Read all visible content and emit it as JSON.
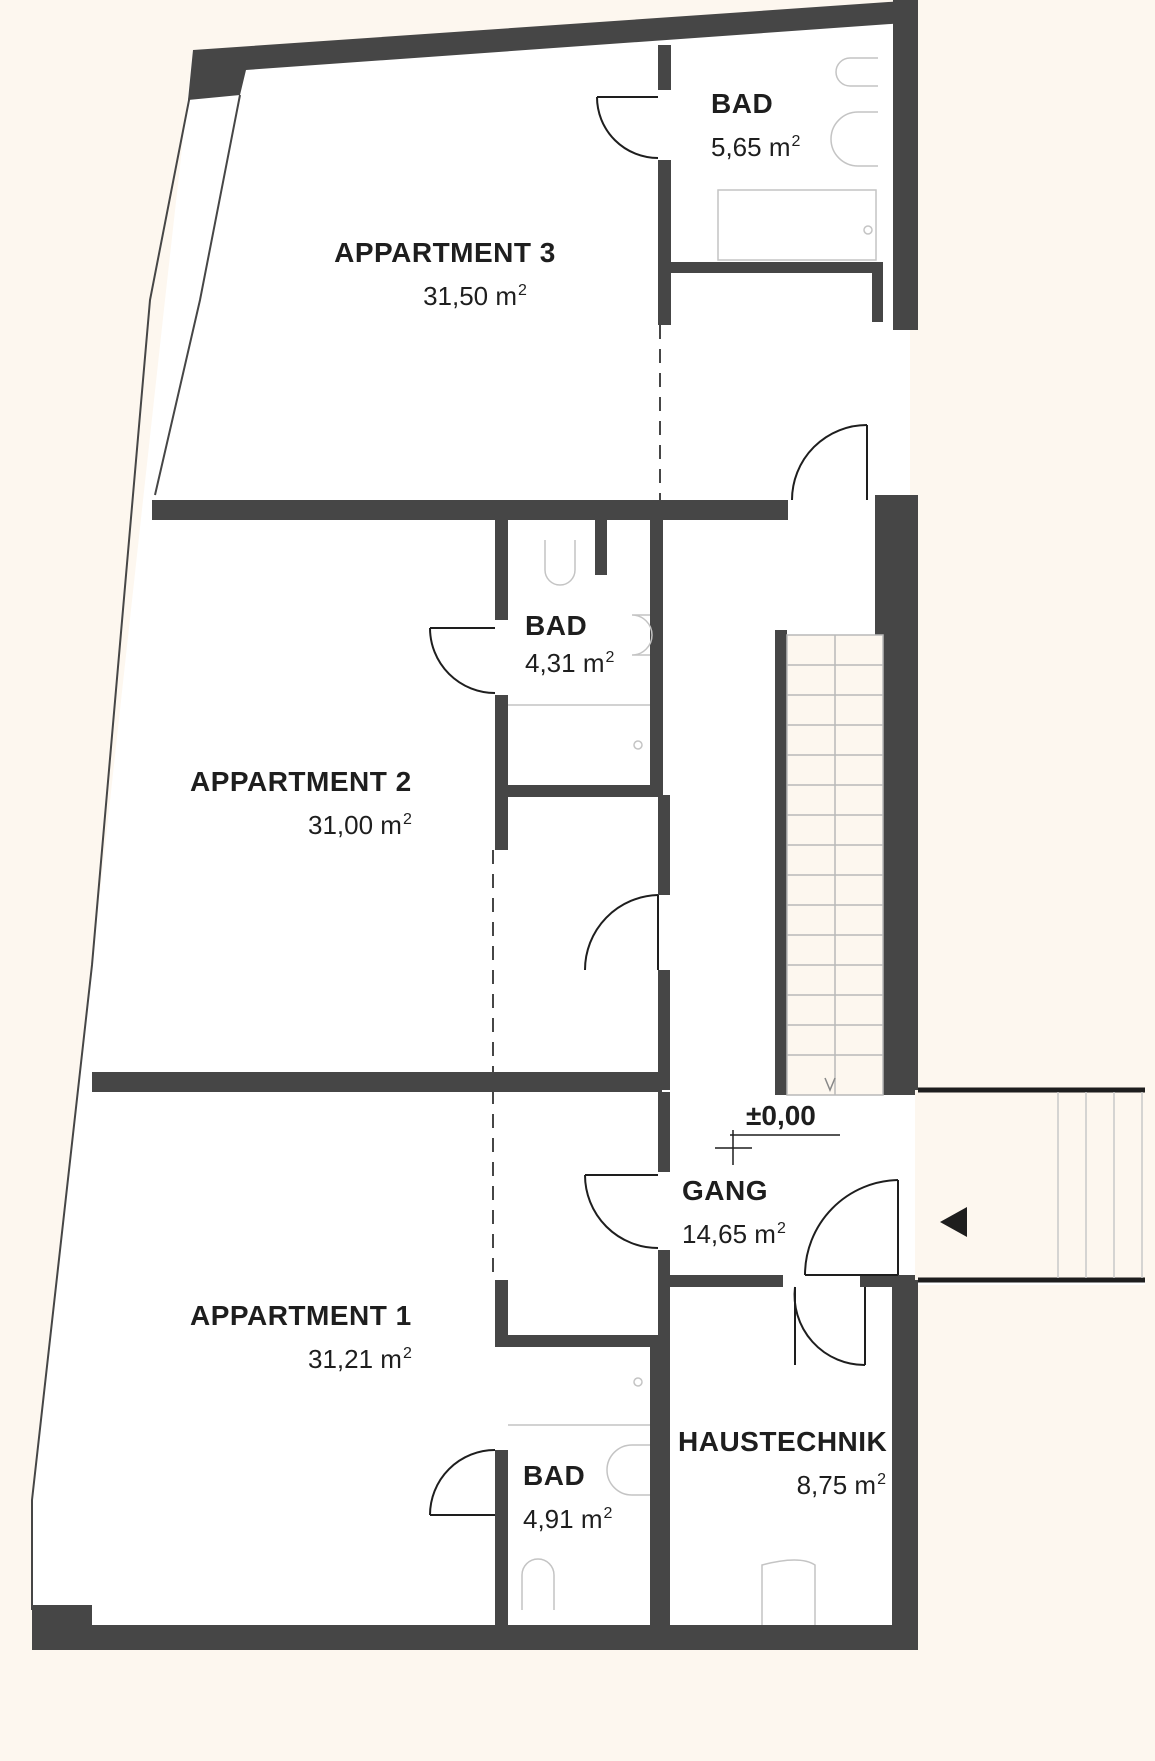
{
  "plan": {
    "wall_color": "#464646",
    "floor_color": "#ffffff",
    "background_color": "#fdf7ef",
    "text_color": "#1e1e1e",
    "rooms": [
      {
        "name": "APPARTMENT 3",
        "area": "31,50 m",
        "unit_sup": "2"
      },
      {
        "name": "BAD",
        "area": "5,65 m",
        "unit_sup": "2"
      },
      {
        "name": "APPARTMENT 2",
        "area": "31,00 m",
        "unit_sup": "2"
      },
      {
        "name": "BAD",
        "area": "4,31 m",
        "unit_sup": "2"
      },
      {
        "name": "APPARTMENT 1",
        "area": "31,21 m",
        "unit_sup": "2"
      },
      {
        "name": "BAD",
        "area": "4,91 m",
        "unit_sup": "2"
      },
      {
        "name": "GANG",
        "area": "14,65 m",
        "unit_sup": "2"
      },
      {
        "name": "HAUSTECHNIK",
        "area": "8,75 m",
        "unit_sup": "2"
      }
    ],
    "level_marker": "±0,00",
    "icons": [
      "door-swing-icon",
      "toilet-icon",
      "sink-icon",
      "bathtub-icon",
      "shower-icon",
      "stair-icon",
      "entrance-arrow-icon",
      "level-marker-icon"
    ]
  }
}
